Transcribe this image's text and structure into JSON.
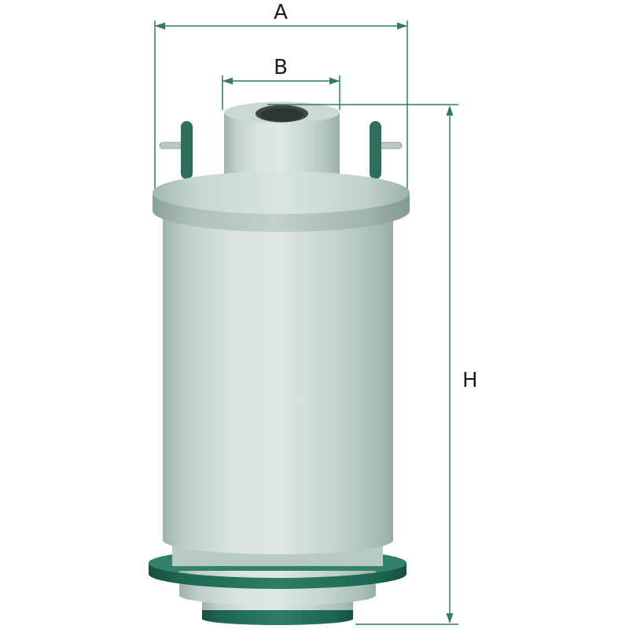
{
  "diagram": {
    "labels": {
      "dim_a": "A",
      "dim_b": "B",
      "dim_h": "H"
    },
    "colors": {
      "background": "#ffffff",
      "dimension_line": "#2e7d68",
      "label_text": "#1b1b1b",
      "body_light": "#dce6e2",
      "body_mid": "#c2d2cb",
      "body_dark": "#9fb5ad",
      "flange_light": "#d9e4df",
      "seal_ring_teal": "#348169",
      "seal_ring_teal_dark": "#1d6553",
      "pin_teal": "#2d6f5c",
      "port_opening_dark": "#3d4643",
      "tab_gray": "#b8c9c2"
    }
  }
}
